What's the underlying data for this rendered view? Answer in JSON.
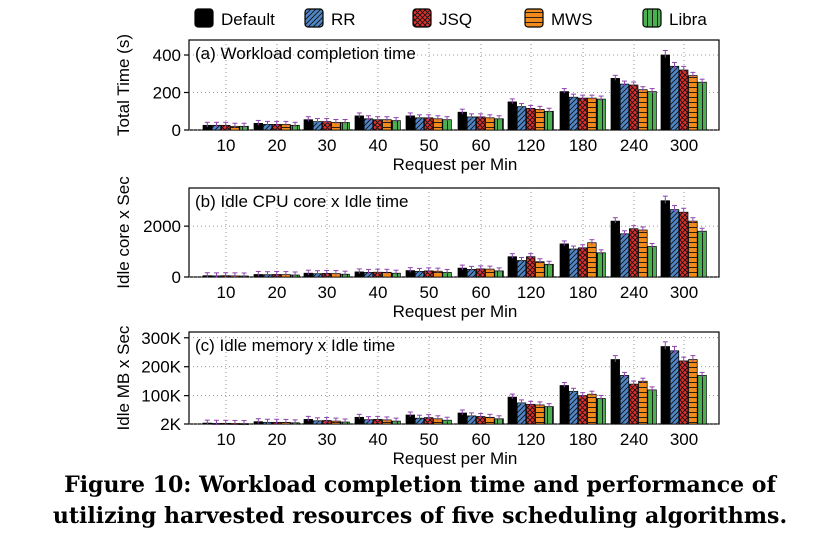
{
  "caption": {
    "line1": "Figure 10: Workload completion time and performance of",
    "line2": "utilizing harvested resources of five scheduling algorithms."
  },
  "legend": [
    {
      "name": "Default",
      "color": "#000000",
      "pattern": "solid"
    },
    {
      "name": "RR",
      "color": "#4f86c6",
      "pattern": "diag"
    },
    {
      "name": "JSQ",
      "color": "#e0312e",
      "pattern": "cross"
    },
    {
      "name": "MWS",
      "color": "#f08a1c",
      "pattern": "horiz"
    },
    {
      "name": "Libra",
      "color": "#4caf50",
      "pattern": "vert"
    }
  ],
  "chart_data": [
    {
      "type": "bar",
      "title": "(a) Workload completion time",
      "ylabel": "Total Time (s)",
      "xlabel": "Request per Min",
      "ylim": [
        0,
        480
      ],
      "yticks": [
        0,
        200,
        400
      ],
      "ytick_labels": [
        "0",
        "200",
        "400"
      ],
      "categories": [
        "10",
        "20",
        "30",
        "40",
        "50",
        "60",
        "120",
        "180",
        "240",
        "300"
      ],
      "series": [
        {
          "name": "Default",
          "values": [
            25,
            35,
            55,
            75,
            75,
            95,
            150,
            205,
            275,
            400
          ]
        },
        {
          "name": "RR",
          "values": [
            25,
            30,
            45,
            60,
            65,
            70,
            125,
            175,
            245,
            340
          ]
        },
        {
          "name": "JSQ",
          "values": [
            25,
            30,
            45,
            55,
            65,
            70,
            115,
            170,
            240,
            320
          ]
        },
        {
          "name": "MWS",
          "values": [
            20,
            30,
            40,
            55,
            60,
            65,
            110,
            170,
            215,
            290
          ]
        },
        {
          "name": "Libra",
          "values": [
            20,
            25,
            40,
            50,
            55,
            60,
            100,
            165,
            205,
            255
          ]
        }
      ]
    },
    {
      "type": "bar",
      "title": "(b) Idle CPU core x Idle time",
      "ylabel": "Idle core x Sec",
      "xlabel": "Request per Min",
      "ylim": [
        0,
        3500
      ],
      "yticks": [
        0,
        2000
      ],
      "ytick_labels": [
        "0",
        "2000"
      ],
      "categories": [
        "10",
        "20",
        "30",
        "40",
        "50",
        "60",
        "120",
        "180",
        "240",
        "300"
      ],
      "series": [
        {
          "name": "Default",
          "values": [
            50,
            100,
            150,
            200,
            250,
            350,
            800,
            1300,
            2200,
            3000
          ]
        },
        {
          "name": "RR",
          "values": [
            45,
            90,
            130,
            180,
            220,
            300,
            650,
            1100,
            1700,
            2650
          ]
        },
        {
          "name": "JSQ",
          "values": [
            50,
            100,
            140,
            190,
            240,
            320,
            800,
            1150,
            1900,
            2550
          ]
        },
        {
          "name": "MWS",
          "values": [
            45,
            95,
            135,
            185,
            230,
            310,
            600,
            1350,
            1850,
            2200
          ]
        },
        {
          "name": "Libra",
          "values": [
            40,
            80,
            110,
            150,
            180,
            240,
            500,
            950,
            1200,
            1800
          ]
        }
      ]
    },
    {
      "type": "bar",
      "title": "(c) Idle memory x Idle time",
      "ylabel": "Idle MB  x Sec",
      "xlabel": "Request per Min",
      "ylim": [
        2000,
        320000
      ],
      "yticks": [
        2000,
        100000,
        200000,
        300000
      ],
      "ytick_labels": [
        "2K",
        "100K",
        "200K",
        "300K"
      ],
      "categories": [
        "10",
        "20",
        "30",
        "40",
        "50",
        "60",
        "120",
        "180",
        "240",
        "300"
      ],
      "series": [
        {
          "name": "Default",
          "values": [
            5000,
            10000,
            18000,
            25000,
            33000,
            40000,
            95000,
            135000,
            225000,
            270000
          ]
        },
        {
          "name": "RR",
          "values": [
            4500,
            8000,
            13000,
            17000,
            22000,
            30000,
            75000,
            115000,
            170000,
            255000
          ]
        },
        {
          "name": "JSQ",
          "values": [
            4500,
            8000,
            14000,
            18000,
            24000,
            28000,
            70000,
            100000,
            140000,
            220000
          ]
        },
        {
          "name": "MWS",
          "values": [
            4000,
            7500,
            12000,
            16000,
            20000,
            25000,
            68000,
            105000,
            150000,
            225000
          ]
        },
        {
          "name": "Libra",
          "values": [
            3500,
            6000,
            9000,
            12000,
            15000,
            20000,
            62000,
            90000,
            120000,
            170000
          ]
        }
      ]
    }
  ]
}
